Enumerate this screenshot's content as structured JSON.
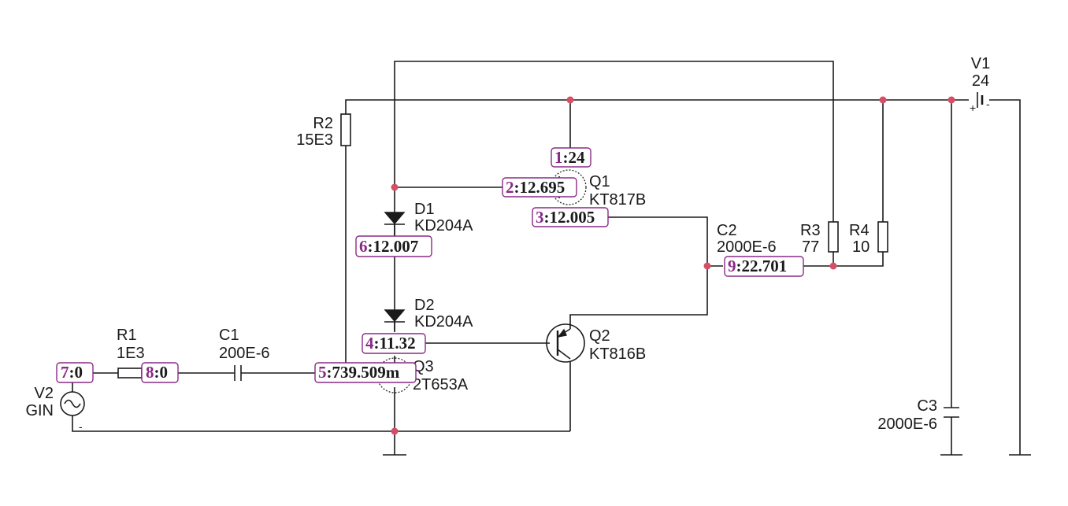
{
  "components": {
    "v1": {
      "name": "V1",
      "value": "24"
    },
    "v2": {
      "name": "V2",
      "value": "GIN"
    },
    "r1": {
      "name": "R1",
      "value": "1E3"
    },
    "r2": {
      "name": "R2",
      "value": "15E3"
    },
    "r3": {
      "name": "R3",
      "value": "77"
    },
    "r4": {
      "name": "R4",
      "value": "10"
    },
    "c1": {
      "name": "C1",
      "value": "200E-6"
    },
    "c2": {
      "name": "C2",
      "value": "2000E-6"
    },
    "c3": {
      "name": "C3",
      "value": "2000E-6"
    },
    "d1": {
      "name": "D1",
      "value": "KD204A"
    },
    "d2": {
      "name": "D2",
      "value": "KD204A"
    },
    "q1": {
      "name": "Q1",
      "value": "KT817B"
    },
    "q2": {
      "name": "Q2",
      "value": "KT816B"
    },
    "q3": {
      "name": "Q3",
      "value": "2T653A"
    }
  },
  "node_tags": [
    {
      "node": "1",
      "value": "24"
    },
    {
      "node": "2",
      "value": "12.695"
    },
    {
      "node": "3",
      "value": "12.005"
    },
    {
      "node": "4",
      "value": "11.32"
    },
    {
      "node": "5",
      "value": "739.509m"
    },
    {
      "node": "6",
      "value": "12.007"
    },
    {
      "node": "7",
      "value": "0"
    },
    {
      "node": "8",
      "value": "0"
    },
    {
      "node": "9",
      "value": "22.701"
    }
  ],
  "polarity": {
    "plus": "+",
    "minus": "-"
  },
  "colors": {
    "wire": "#1a1a1a",
    "junction": "#d44f64",
    "tag_border": "#8a2a86",
    "node_number": "#8a2a86"
  }
}
